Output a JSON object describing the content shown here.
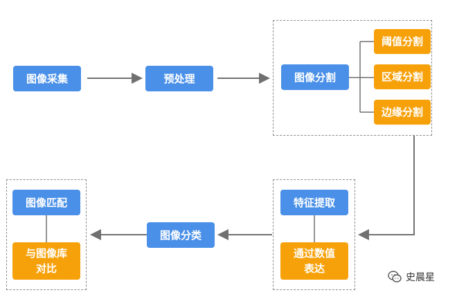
{
  "diagram": {
    "nodes": {
      "acquire": "图像采集",
      "preprocess": "预处理",
      "segment": "图像分割",
      "seg_threshold": "阈值分割",
      "seg_region": "区域分割",
      "seg_edge": "边缘分割",
      "feature": "特征提取",
      "numeric": "通过数值表达",
      "classify": "图像分类",
      "match": "图像匹配",
      "compare": "与图像库对比"
    },
    "colors": {
      "primary": "#4a90e8",
      "secondary": "#f7a10a",
      "connector": "#707070",
      "dash": "#8a8a8a"
    }
  },
  "watermark": {
    "icon": "wechat-icon",
    "text": "史晨星"
  }
}
